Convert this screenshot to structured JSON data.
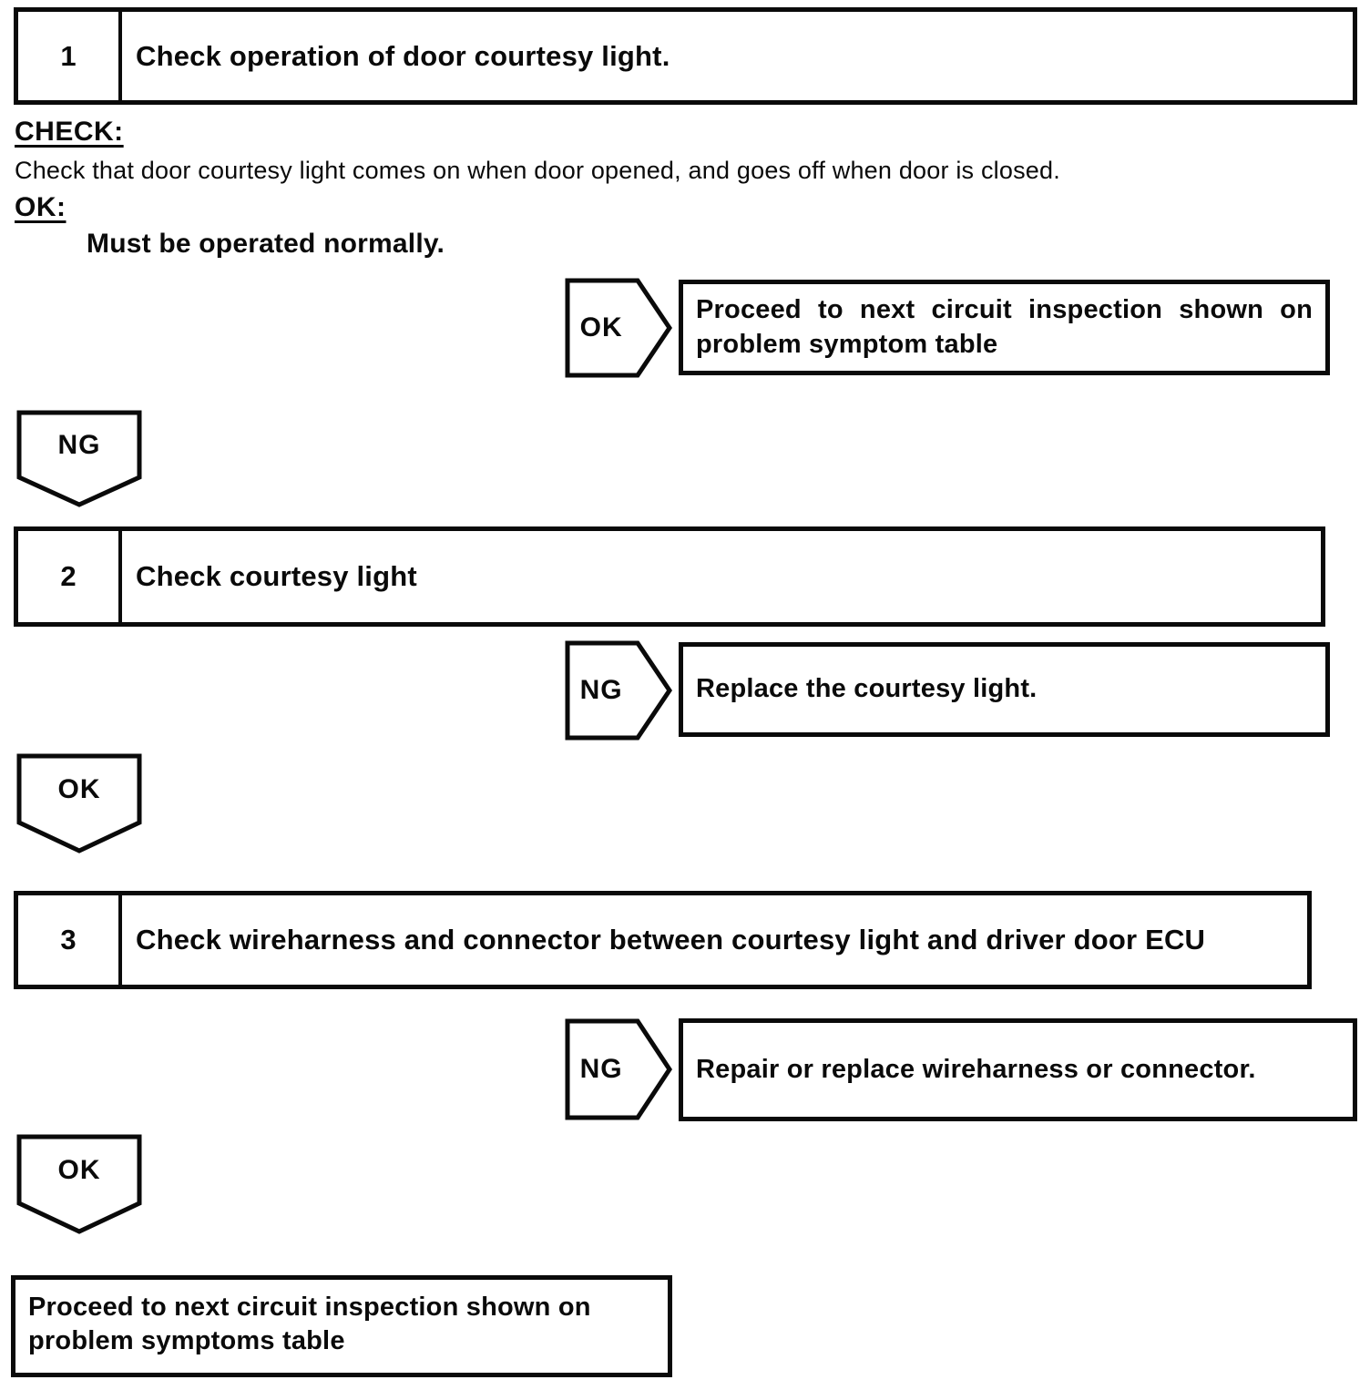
{
  "palette": {
    "ink": "#0a0a0a",
    "paper": "#ffffff"
  },
  "step1": {
    "number": "1",
    "title": "Check operation of door courtesy light."
  },
  "step1_notes": {
    "check_label": "CHECK:",
    "check_body": "Check that door courtesy light comes on when door opened, and goes off when door is closed.",
    "ok_label": "OK:",
    "ok_body": "Must be operated normally."
  },
  "branch1": {
    "tag": "OK",
    "result": "Proceed to next circuit inspection shown on problem symptom table"
  },
  "connector1": {
    "tag": "NG"
  },
  "step2": {
    "number": "2",
    "title": "Check courtesy light"
  },
  "branch2": {
    "tag": "NG",
    "result": "Replace the courtesy light."
  },
  "connector2": {
    "tag": "OK"
  },
  "step3": {
    "number": "3",
    "title": "Check wireharness and connector between courtesy light and driver door ECU"
  },
  "branch3": {
    "tag": "NG",
    "result": "Repair or replace wireharness or connector."
  },
  "connector3": {
    "tag": "OK"
  },
  "final": {
    "text": "Proceed to next circuit inspection shown on problem symptoms table"
  }
}
